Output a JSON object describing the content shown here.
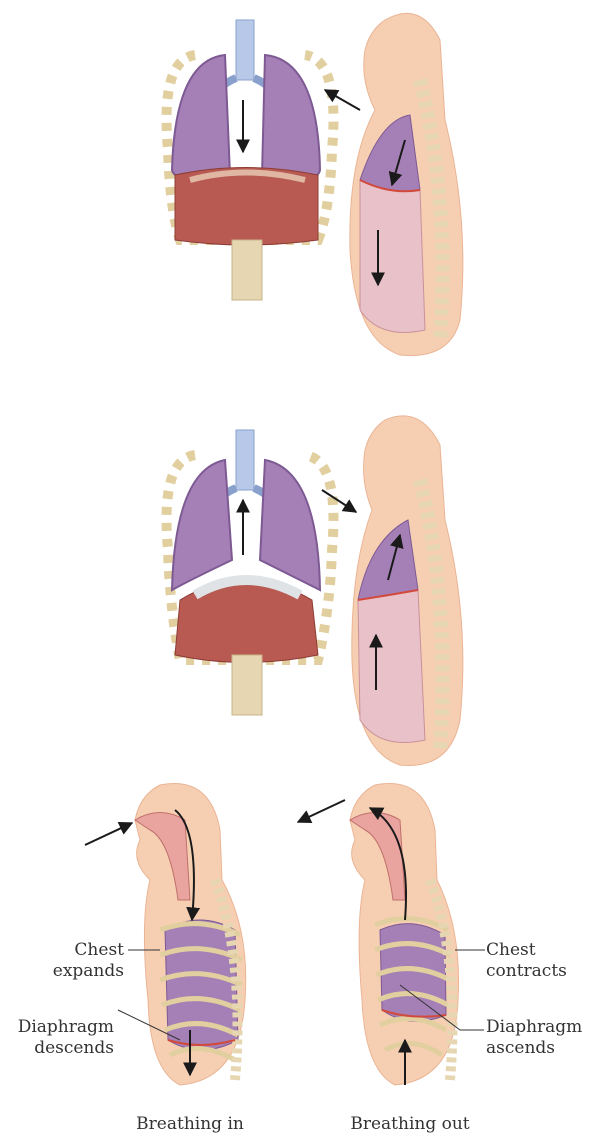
{
  "labels": {
    "chest_expands": [
      "Chest",
      "expands"
    ],
    "diaphragm_descends": [
      "Diaphragm",
      "descends"
    ],
    "chest_contracts": [
      "Chest",
      "contracts"
    ],
    "diaphragm_ascends": [
      "Diaphragm",
      "ascends"
    ],
    "breathing_in": "Breathing in",
    "breathing_out": "Breathing out"
  },
  "colors": {
    "skin": "#f6cfb3",
    "skin_shadow": "#eab494",
    "lung": "#a580b6",
    "lung_dark": "#7d5a93",
    "diaphragm": "#b85a52",
    "diaphragm_light": "#d98a78",
    "trachea": "#b8c8e8",
    "spine": "#e6d6b2",
    "abdomen": "#e8c2c8",
    "arrow": "#1a1a1a"
  }
}
